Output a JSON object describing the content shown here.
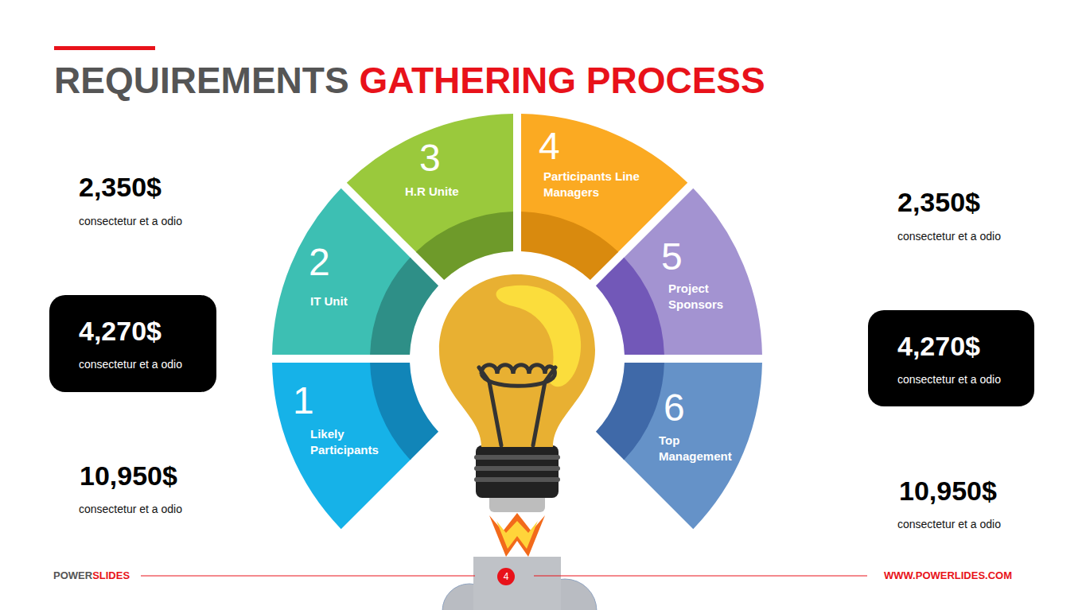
{
  "diagram": {
    "title": "REQUIREMENTS GATHERING PROCESS",
    "nodes": [
      {
        "text": [
          "4,270$",
          "consectetur et a odio"
        ]
      },
      {
        "text": [
          "1",
          "Likely Participants"
        ]
      },
      {
        "text": [
          "2",
          "IT Unit"
        ]
      },
      {
        "text": [
          "3",
          "H.R Unite"
        ]
      },
      {
        "text": [
          "4",
          "Participants Line Managers"
        ]
      },
      {
        "text": [
          "5",
          "Project Sponsors"
        ]
      },
      {
        "text": [
          "6",
          "Top Management"
        ]
      },
      {
        "text": [
          "4,270$",
          "consectetur et a odio"
        ]
      }
    ],
    "labels": [
      "2,350$",
      "consectetur et a odio",
      "10,950$",
      "consectetur et a odio",
      "2,350$",
      "consectetur et a odio",
      "10,950$",
      "consectetur et a odio",
      "POWERSLIDES",
      "4",
      "WWW.POWERLIDES.COM"
    ]
  }
}
